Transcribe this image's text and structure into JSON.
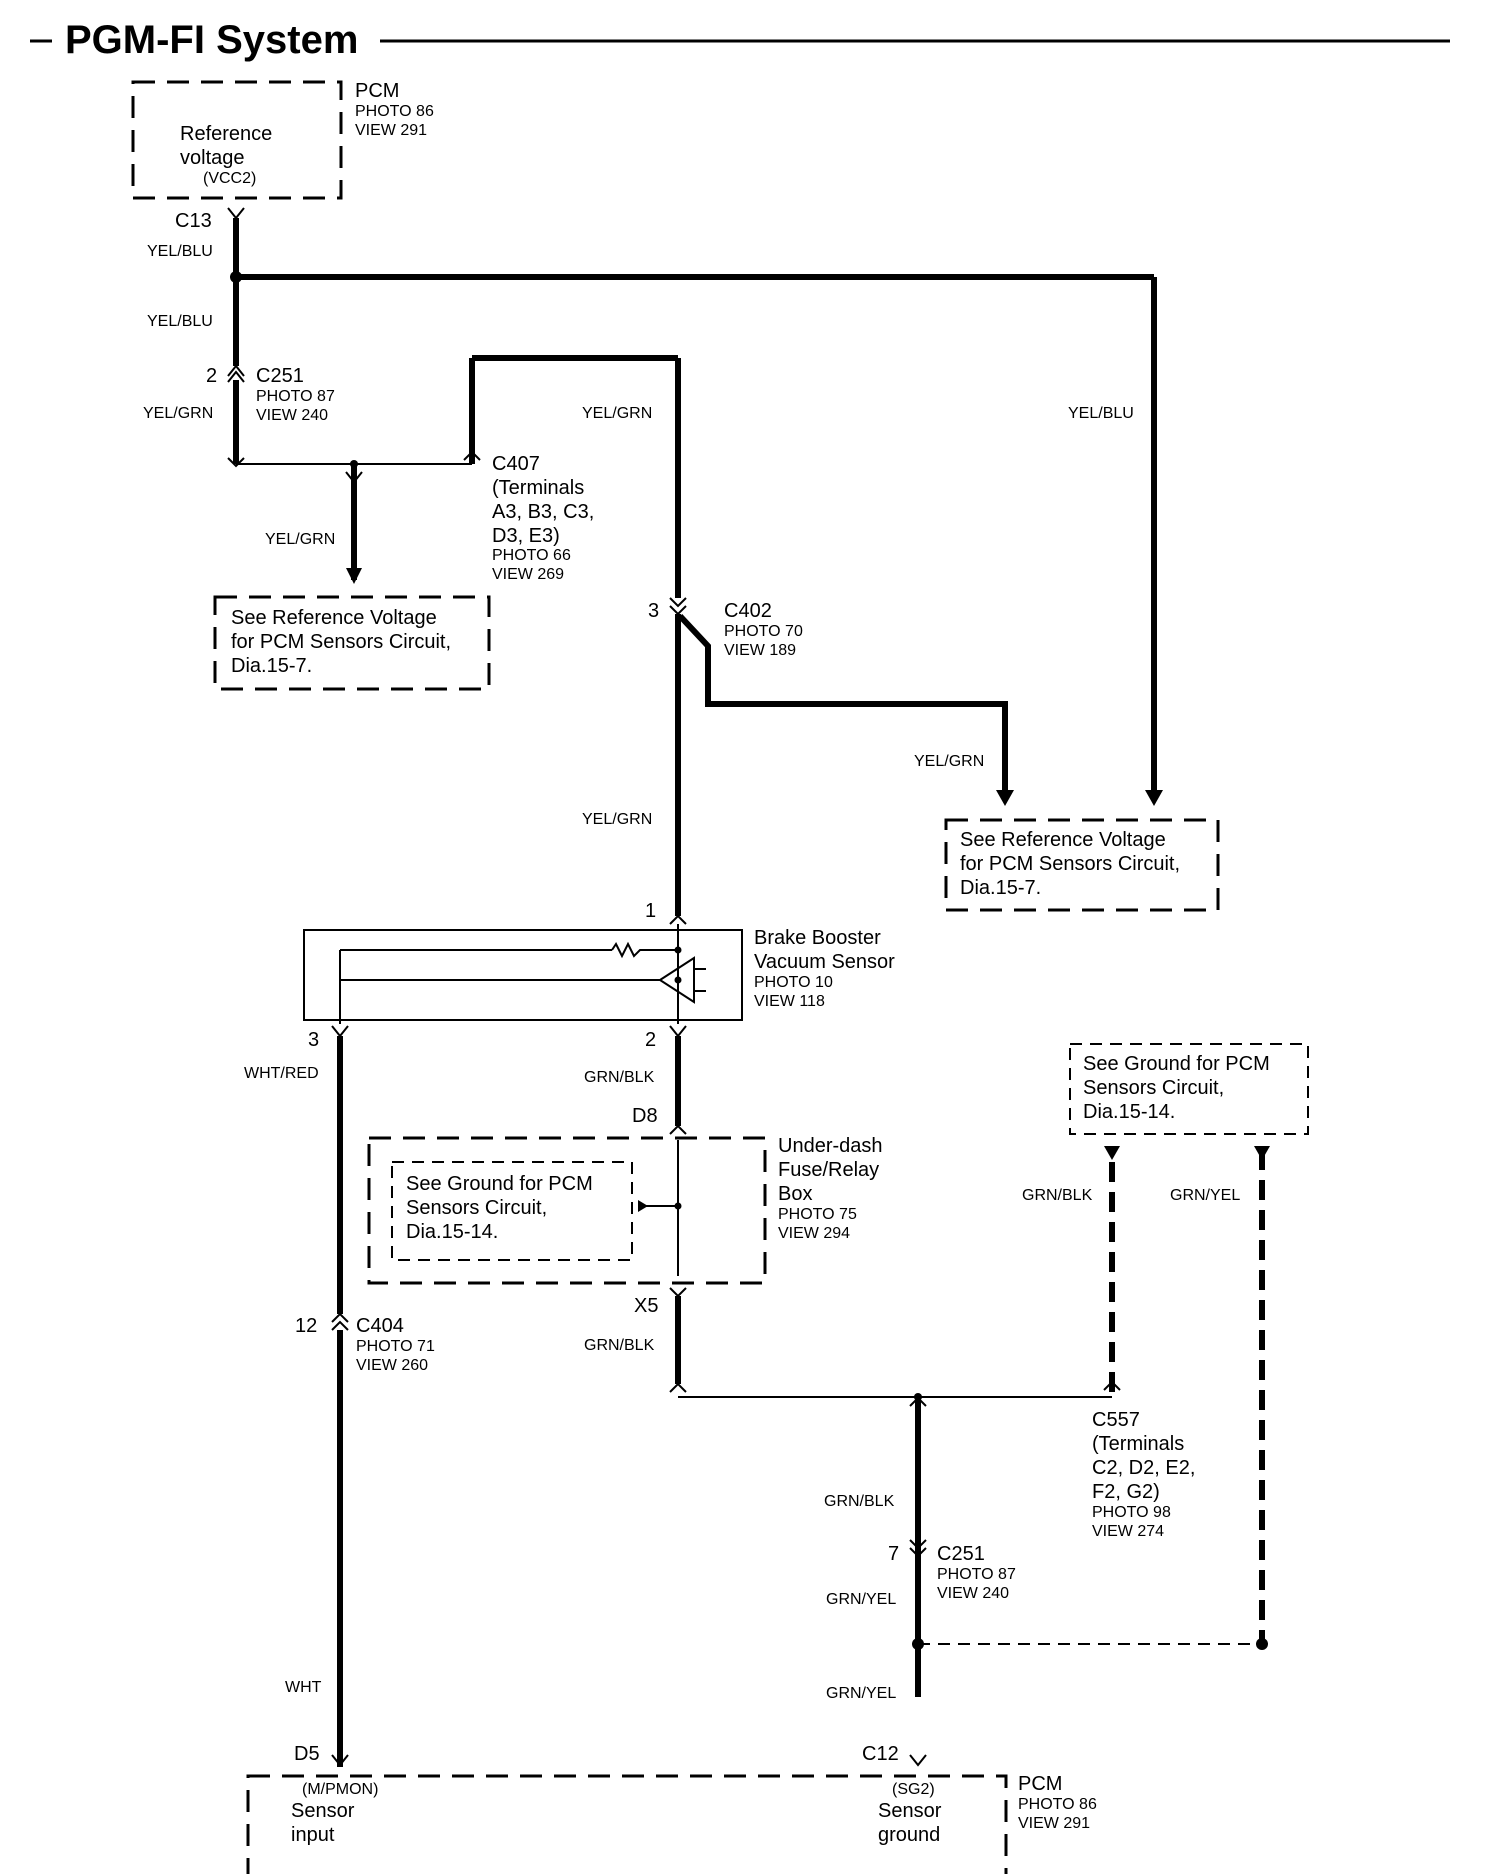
{
  "title": "PGM-FI System",
  "pcm_top": {
    "name": "PCM",
    "photo": "PHOTO 86",
    "view": "VIEW 291",
    "box_line1": "Reference",
    "box_line2": "voltage",
    "box_line3": "(VCC2)",
    "pin": "C13"
  },
  "wires": {
    "yel_blu": "YEL/BLU",
    "yel_grn": "YEL/GRN",
    "grn_blk": "GRN/BLK",
    "grn_yel": "GRN/YEL",
    "wht_red": "WHT/RED",
    "wht": "WHT"
  },
  "c251_top": {
    "pin": "2",
    "name": "C251",
    "photo": "PHOTO 87",
    "view": "VIEW 240"
  },
  "c407": {
    "name": "C407",
    "l1": "(Terminals",
    "l2": "A3, B3, C3,",
    "l3": "D3, E3)",
    "photo": "PHOTO 66",
    "view": "VIEW 269"
  },
  "ref_box_left": {
    "l1": "See Reference Voltage",
    "l2": "for PCM Sensors Circuit,",
    "l3": "Dia.15-7."
  },
  "c402": {
    "pin": "3",
    "name": "C402",
    "photo": "PHOTO 70",
    "view": "VIEW 189"
  },
  "ref_box_right": {
    "l1": "See Reference Voltage",
    "l2": "for PCM Sensors Circuit,",
    "l3": "Dia.15-7."
  },
  "sensor": {
    "pin_top": "1",
    "pin_left": "3",
    "pin_right": "2",
    "l1": "Brake Booster",
    "l2": "Vacuum Sensor",
    "photo": "PHOTO 10",
    "view": "VIEW 118"
  },
  "fuse_box": {
    "pin_top": "D8",
    "pin_bottom": "X5",
    "l1": "Under-dash",
    "l2": "Fuse/Relay",
    "l3": "Box",
    "photo": "PHOTO 75",
    "view": "VIEW 294",
    "inner1": "See Ground for PCM",
    "inner2": "Sensors Circuit,",
    "inner3": "Dia.15-14."
  },
  "ground_box_right": {
    "l1": "See Ground for PCM",
    "l2": "Sensors Circuit,",
    "l3": "Dia.15-14."
  },
  "c404": {
    "pin": "12",
    "name": "C404",
    "photo": "PHOTO 71",
    "view": "VIEW 260"
  },
  "c557": {
    "name": "C557",
    "l1": "(Terminals",
    "l2": "C2, D2, E2,",
    "l3": "F2, G2)",
    "photo": "PHOTO 98",
    "view": "VIEW 274"
  },
  "c251_bottom": {
    "pin": "7",
    "name": "C251",
    "photo": "PHOTO 87",
    "view": "VIEW 240"
  },
  "pcm_bottom": {
    "name": "PCM",
    "photo": "PHOTO 86",
    "view": "VIEW 291",
    "pin_left": "D5",
    "pin_right": "C12",
    "left_code": "(M/PMON)",
    "left_l1": "Sensor",
    "left_l2": "input",
    "right_code": "(SG2)",
    "right_l1": "Sensor",
    "right_l2": "ground"
  }
}
